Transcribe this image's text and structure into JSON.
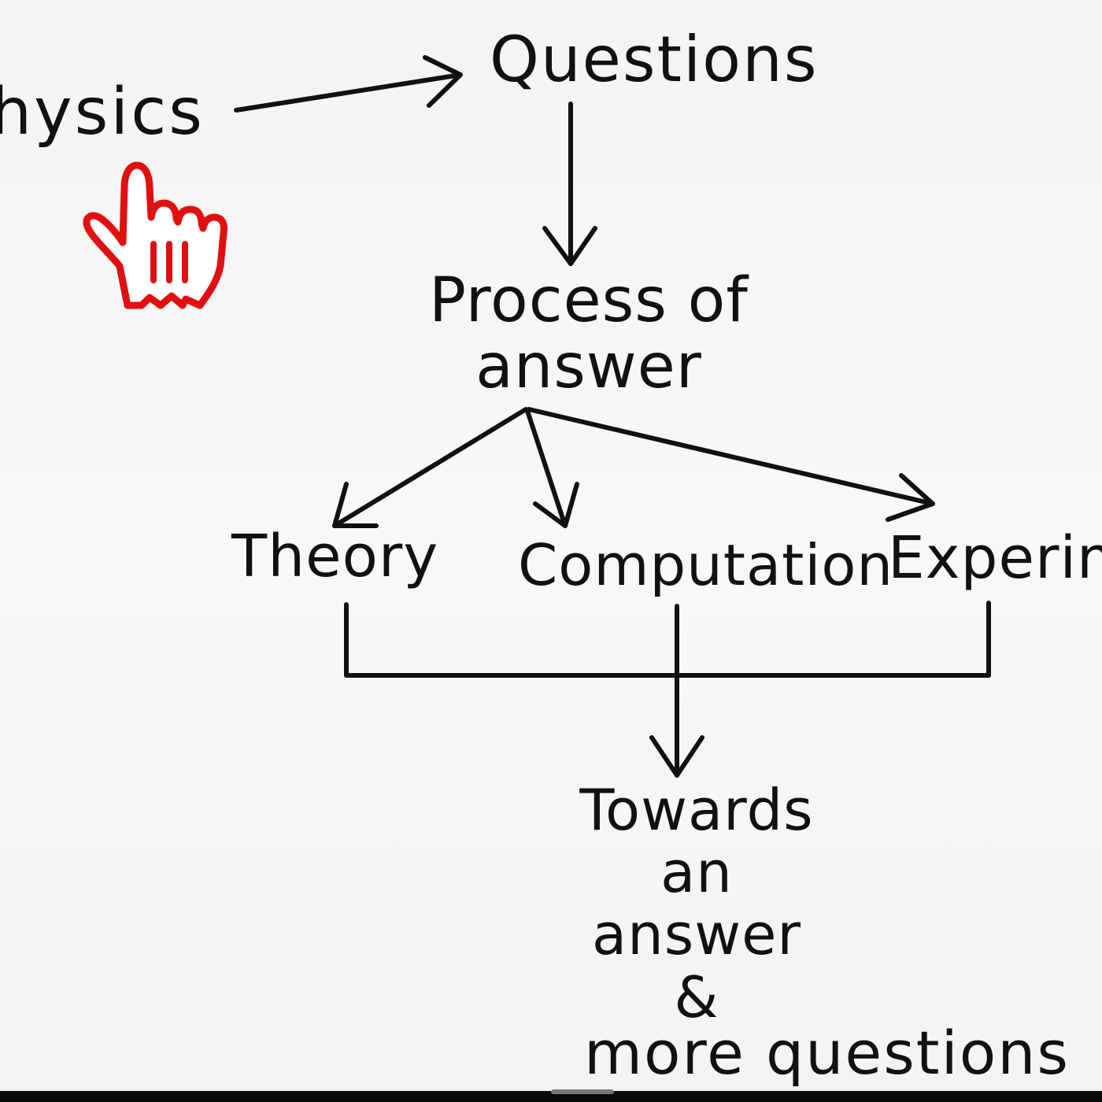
{
  "diagram": {
    "nodes": {
      "physics": "hysics",
      "questions": "Questions",
      "process_line1": "Process of",
      "process_line2": "answer",
      "theory": "Theory",
      "computation": "Computation",
      "experiment": "Experime",
      "towards_line1": "Towards",
      "towards_line2": "an",
      "towards_line3": "answer",
      "towards_line4": "&",
      "more_questions": "more questions"
    },
    "edges": [
      {
        "from": "physics",
        "to": "questions"
      },
      {
        "from": "questions",
        "to": "process"
      },
      {
        "from": "process",
        "to": "theory"
      },
      {
        "from": "process",
        "to": "computation"
      },
      {
        "from": "process",
        "to": "experiment"
      },
      {
        "from": "theory",
        "to": "towards"
      },
      {
        "from": "computation",
        "to": "towards"
      },
      {
        "from": "experiment",
        "to": "towards"
      }
    ]
  },
  "icons": {
    "pointer": "pointing-hand-cursor-icon"
  },
  "colors": {
    "ink": "#111111",
    "background": "#f6f6f5",
    "cursor_red": "#e01010",
    "bottom_bar": "#0a0a0a"
  }
}
